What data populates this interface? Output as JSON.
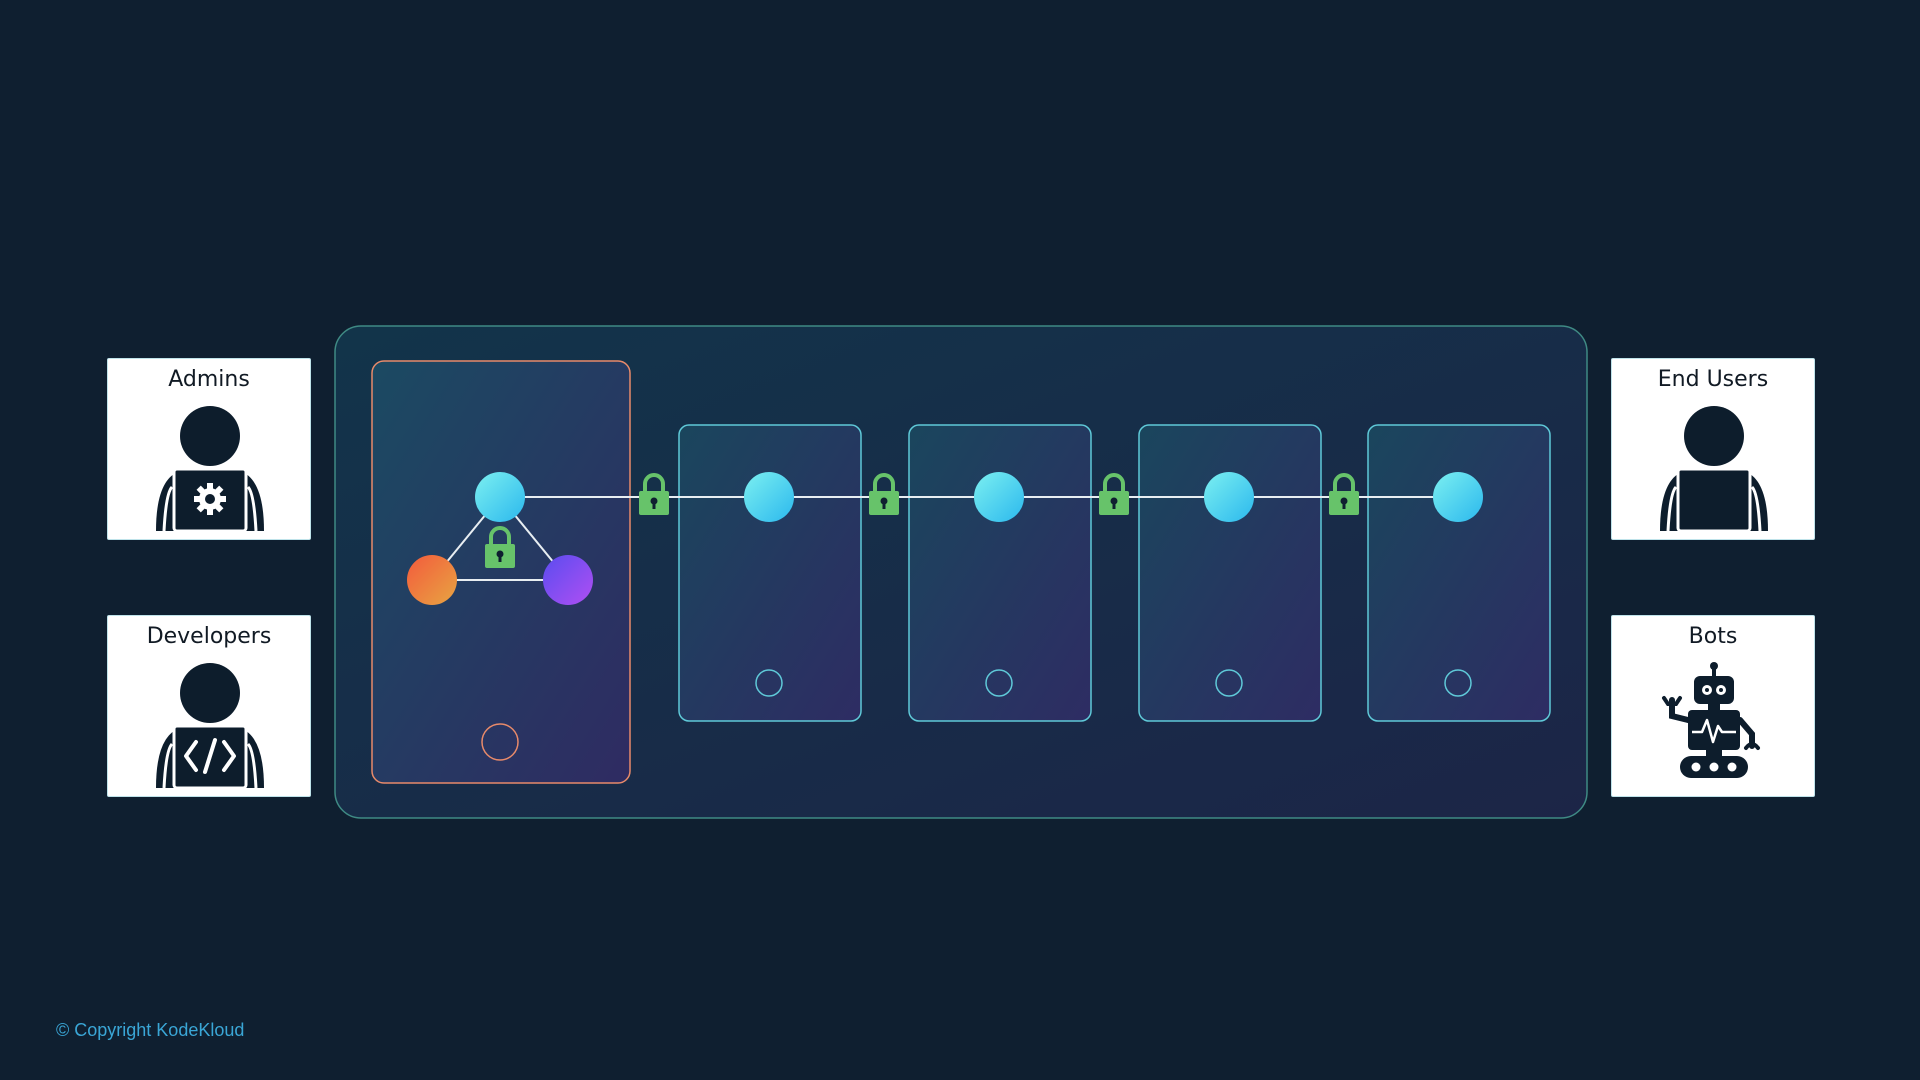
{
  "actors": {
    "admins": {
      "label": "Admins",
      "icon": "admin-user-icon"
    },
    "developers": {
      "label": "Developers",
      "icon": "developer-user-icon"
    },
    "end_users": {
      "label": "End Users",
      "icon": "end-user-icon"
    },
    "bots": {
      "label": "Bots",
      "icon": "robot-icon"
    }
  },
  "diagram": {
    "primary_node": {
      "colors": [
        "#5ee0f5",
        "#f2763c",
        "#8b4cf7"
      ],
      "lock_icon": "lock-icon"
    },
    "replica_count": 4,
    "link_lock_icon": "lock-icon",
    "colors": {
      "node": "#4fd4ee",
      "lock": "#67c36a",
      "link": "#e8eef2",
      "primary_border": "#e88a6a",
      "replica_border": "#5fc9d8",
      "cluster_border": "#3f8a84"
    }
  },
  "footer": {
    "copyright": "© Copyright KodeKloud"
  }
}
